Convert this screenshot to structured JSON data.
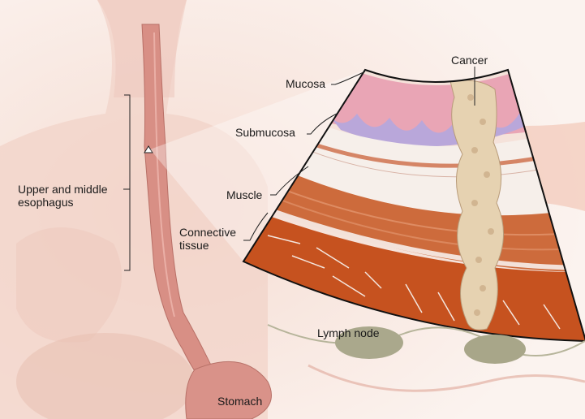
{
  "labels": {
    "cancer": "Cancer",
    "mucosa": "Mucosa",
    "submucosa": "Submucosa",
    "muscle": "Muscle",
    "connective_tissue": "Connective tissue",
    "upper_middle_esophagus": "Upper and middle esophagus",
    "lymph_node": "Lymph node",
    "stomach": "Stomach"
  },
  "colors": {
    "skin": "#f3d6cc",
    "esophagus": "#d98f86",
    "mucosa": "#e9a3b4",
    "submucosa_purple": "#b7a6d8",
    "muscle": "#cf6d3e",
    "connective": "#c9531f",
    "tumor": "#e4cfae",
    "lymph_node": "#a9a78a"
  }
}
